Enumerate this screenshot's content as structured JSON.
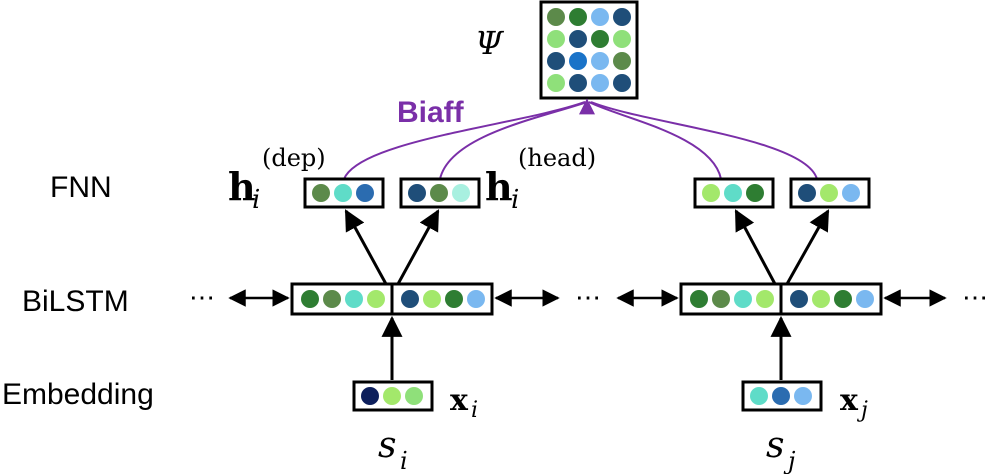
{
  "labels": {
    "fnn": "FNN",
    "bilstm": "BiLSTM",
    "embedding": "Embedding",
    "biaff": "Biaff",
    "psi": "Ψ",
    "ellipsis": "⋯",
    "h_main": "h",
    "sub_i": "i",
    "sub_j": "j",
    "dep": "(dep)",
    "head": "(head)",
    "x_main": "x",
    "s_main": "s"
  },
  "colors": {
    "dark_green": "#2e7d32",
    "mid_green": "#5c8a4a",
    "light_green": "#8fe07a",
    "lime": "#a3e86b",
    "teal": "#5fdcc8",
    "light_teal": "#a8f0e0",
    "dark_blue": "#1f4e79",
    "navy": "#0d1f5c",
    "mid_blue": "#2b6cb0",
    "royal_blue": "#1a73c8",
    "sky_blue": "#7ab8f0",
    "biaff_purple": "#7a2fa8"
  }
}
